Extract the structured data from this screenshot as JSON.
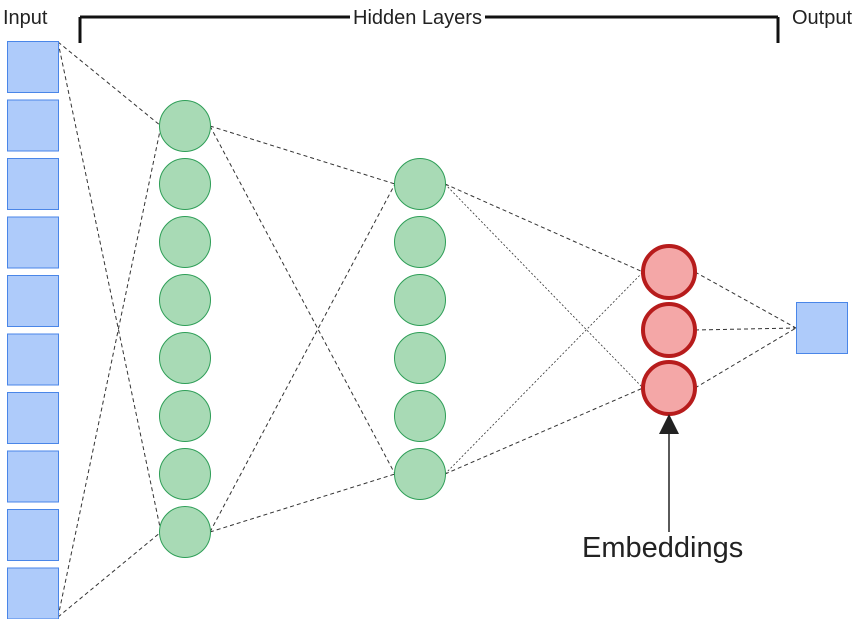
{
  "labels": {
    "input": "Input",
    "hidden_layers": "Hidden Layers",
    "output": "Output",
    "embeddings": "Embeddings"
  },
  "layers": {
    "input": {
      "node_count": 10,
      "shape": "square"
    },
    "hidden_1": {
      "node_count": 8,
      "shape": "circle"
    },
    "hidden_2": {
      "node_count": 6,
      "shape": "circle"
    },
    "embedding": {
      "node_count": 3,
      "shape": "circle"
    },
    "output": {
      "node_count": 1,
      "shape": "square"
    }
  },
  "colors": {
    "input_fill": "#aecbfa",
    "input_stroke": "#4a86e8",
    "hidden_fill": "#a8dab5",
    "hidden_stroke": "#2e9e57",
    "embedding_fill": "#f4a7a7",
    "embedding_stroke": "#b71c1c",
    "connection": "#333333",
    "bracket": "#111111",
    "arrow": "#222222"
  }
}
